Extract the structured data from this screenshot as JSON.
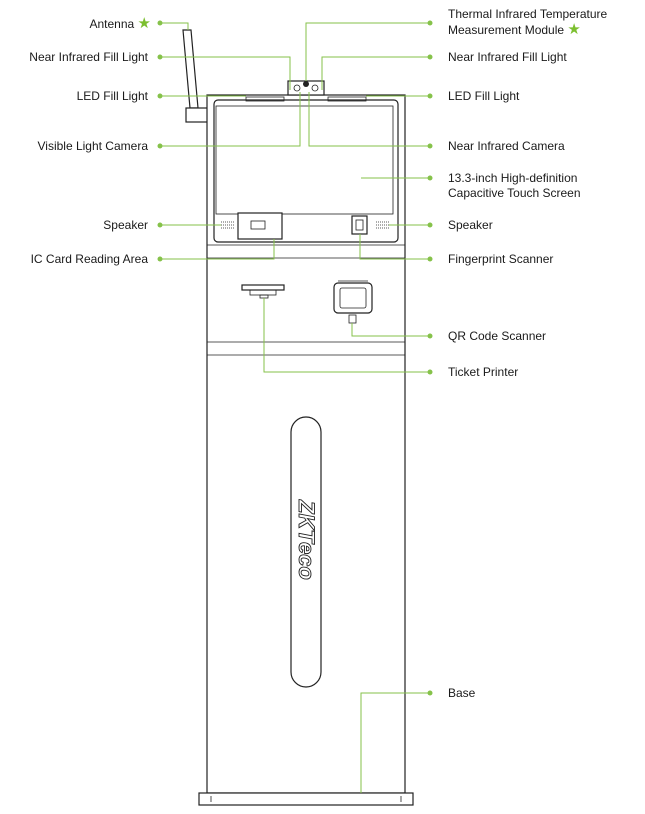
{
  "labels": {
    "antenna": "Antenna",
    "near_ir_fill_left": "Near Infrared Fill Light",
    "led_fill_left": "LED Fill Light",
    "visible_camera": "Visible Light Camera",
    "speaker_left": "Speaker",
    "ic_card": "IC Card Reading Area",
    "thermal_line1": "Thermal Infrared Temperature",
    "thermal_line2": "Measurement Module",
    "near_ir_fill_right": "Near Infrared Fill Light",
    "led_fill_right": "LED Fill Light",
    "near_ir_camera": "Near Infrared Camera",
    "screen_line1": "13.3-inch High-definition",
    "screen_line2": "Capacitive Touch Screen",
    "speaker_right": "Speaker",
    "fingerprint": "Fingerprint Scanner",
    "qr_scanner": "QR Code Scanner",
    "ticket_printer": "Ticket Printer",
    "base": "Base"
  },
  "star_glyph": "★",
  "logo_text": "ZKTeco",
  "colors": {
    "leader": "#86c24a",
    "star": "#7cbf2f",
    "outline": "#222222"
  }
}
